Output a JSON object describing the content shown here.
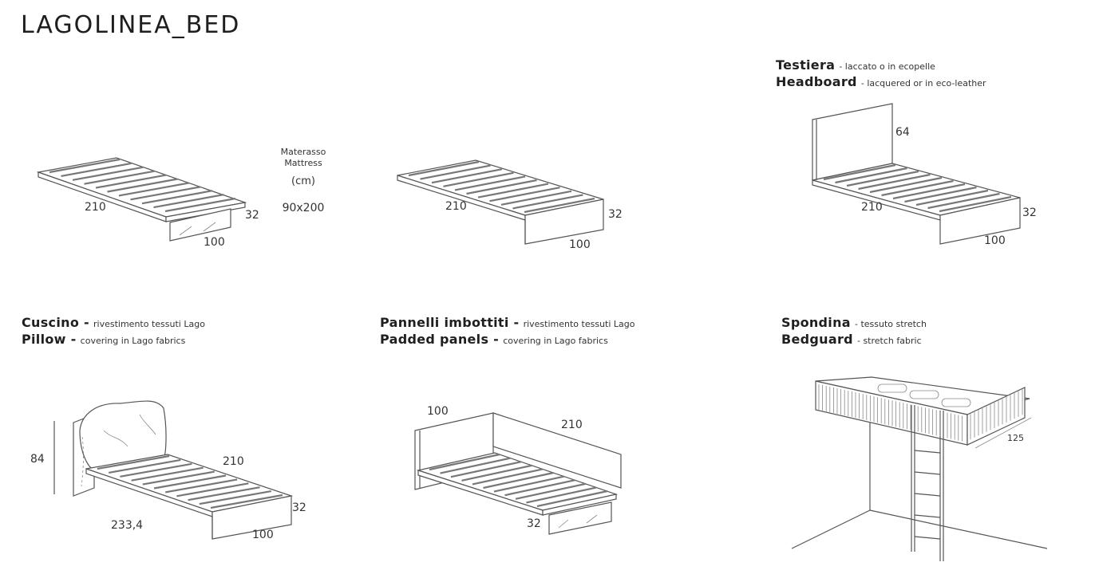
{
  "title": "LAGOLINEA_BED",
  "mattress": {
    "label_it": "Materasso",
    "label_en": "Mattress",
    "unit": "(cm)",
    "size": "90x200"
  },
  "bed1": {
    "length": "210",
    "height": "32",
    "width": "100"
  },
  "bed2": {
    "length": "210",
    "height": "32",
    "width": "100"
  },
  "headboard": {
    "it_title": "Testiera",
    "it_desc": "- laccato o in ecopelle",
    "en_title": "Headboard",
    "en_desc": "- lacquered or in eco-leather",
    "height": "64",
    "length": "210",
    "bed_height": "32",
    "width": "100"
  },
  "pillow": {
    "it_title": "Cuscino -",
    "it_desc": "rivestimento tessuti Lago",
    "en_title": "Pillow -",
    "en_desc": "covering in Lago fabrics",
    "height": "84",
    "length": "210",
    "total_length": "233,4",
    "bed_height": "32",
    "width": "100"
  },
  "panels": {
    "it_title": "Pannelli imbottiti -",
    "it_desc": "rivestimento tessuti Lago",
    "en_title": "Padded panels -",
    "en_desc": "covering in Lago fabrics",
    "width": "100",
    "length": "210",
    "bed_height": "32"
  },
  "bedguard": {
    "it_title": "Spondina",
    "it_desc": "- tessuto stretch",
    "en_title": "Bedguard",
    "en_desc": "- stretch fabric",
    "depth": "125"
  }
}
